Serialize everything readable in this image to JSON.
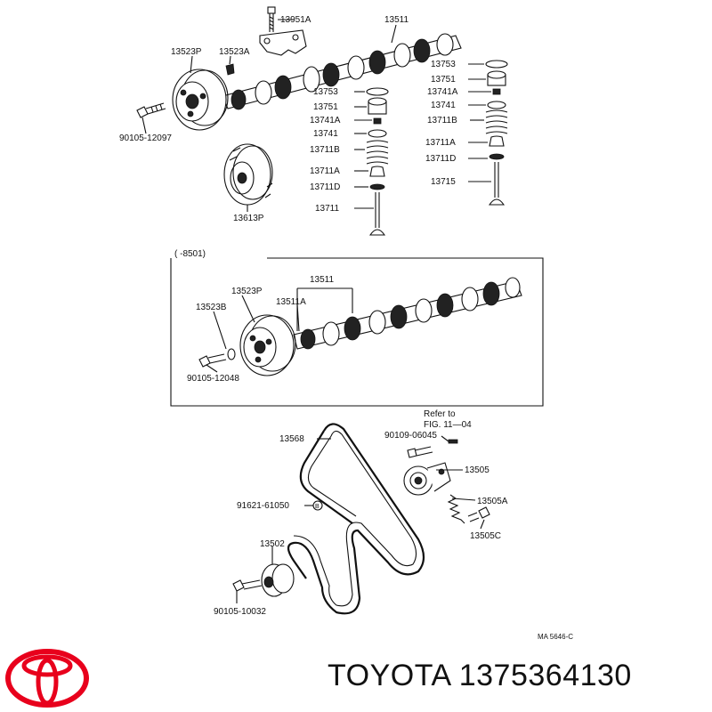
{
  "diagram": {
    "labels": {
      "top_13951A": "13951A",
      "top_13511": "13511",
      "top_13523P": "13523P",
      "top_13523A": "13523A",
      "top_90105_12097": "90105-12097",
      "top_13613P": "13613P",
      "mid_13753": "13753",
      "mid_13751": "13751",
      "mid_13741A": "13741A",
      "mid_13741": "13741",
      "mid_13711B": "13711B",
      "mid_13711A": "13711A",
      "mid_13711D": "13711D",
      "mid_13711": "13711",
      "right_13753": "13753",
      "right_13751": "13751",
      "right_13741A": "13741A",
      "right_13741": "13741",
      "right_13711B": "13711B",
      "right_13711A": "13711A",
      "right_13711D": "13711D",
      "right_13715": "13715",
      "box_range": "(        -8501)",
      "box_13511": "13511",
      "box_13523P": "13523P",
      "box_13511A": "13511A",
      "box_13523B": "13523B",
      "box_90105_12048": "90105-12048",
      "belt_13568": "13568",
      "refer_line1": "Refer to",
      "refer_line2": "FIG. 11—04",
      "belt_90109_06045": "90109-06045",
      "belt_13505": "13505",
      "belt_91621_61050": "91621-61050",
      "belt_13505A": "13505A",
      "belt_13505C": "13505C",
      "belt_13502": "13502",
      "belt_90105_10032": "90105-10032",
      "figure_code": "MA 5646-C"
    }
  },
  "footer": {
    "brand": "TOYOTA",
    "part_number": "1375364130"
  },
  "colors": {
    "logo_red": "#e8001c",
    "ink": "#111111"
  },
  "icons": {
    "logo": "toyota-logo-icon"
  }
}
